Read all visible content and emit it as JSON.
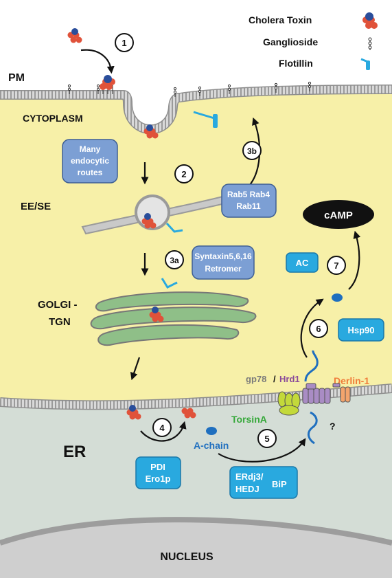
{
  "legend": {
    "cholera_toxin": "Cholera Toxin",
    "ganglioside": "Ganglioside",
    "flotillin": "Flotillin"
  },
  "regions": {
    "pm": "PM",
    "cytoplasm": "CYTOPLASM",
    "ee_se": "EE/SE",
    "golgi_line1": "GOLGI -",
    "golgi_line2": "TGN",
    "er": "ER",
    "nucleus": "NUCLEUS"
  },
  "steps": [
    "1",
    "2",
    "3a",
    "3b",
    "4",
    "5",
    "6",
    "7"
  ],
  "boxes": {
    "endocytic": [
      "Many",
      "endocytic",
      "routes"
    ],
    "rab": [
      "Rab5  Rab4",
      "Rab11"
    ],
    "syntaxin": [
      "Syntaxin5,6,16",
      "Retromer"
    ],
    "ac": "AC",
    "hsp90": "Hsp90",
    "pdi": [
      "PDI",
      "Ero1p"
    ],
    "erdj": [
      "ERdj3/",
      "HEDJ",
      "BiP"
    ]
  },
  "proteins": {
    "gp78": "gp78",
    "slash": "/",
    "hrd1": "Hrd1",
    "derlin": "Derlin-1",
    "torsin": "TorsinA",
    "question": "?",
    "achain": "A-chain",
    "camp": "cAMP"
  },
  "colors": {
    "cytoplasm": "#f7f0a8",
    "er_lumen": "#d4ddd6",
    "nucleus": "#cfcfcf",
    "membrane": "#bdbdbd",
    "box_blue": "#7c9fd4",
    "box_cyan": "#29a9df",
    "golgi": "#8fbf88",
    "gp78": "#7a7a7a",
    "hrd1": "#8a4a9a",
    "derlin": "#f07d3a",
    "torsin": "#36a83a",
    "achain": "#1f6fbf",
    "toxin_blue": "#2a4e9b",
    "toxin_red": "#e0523a"
  }
}
